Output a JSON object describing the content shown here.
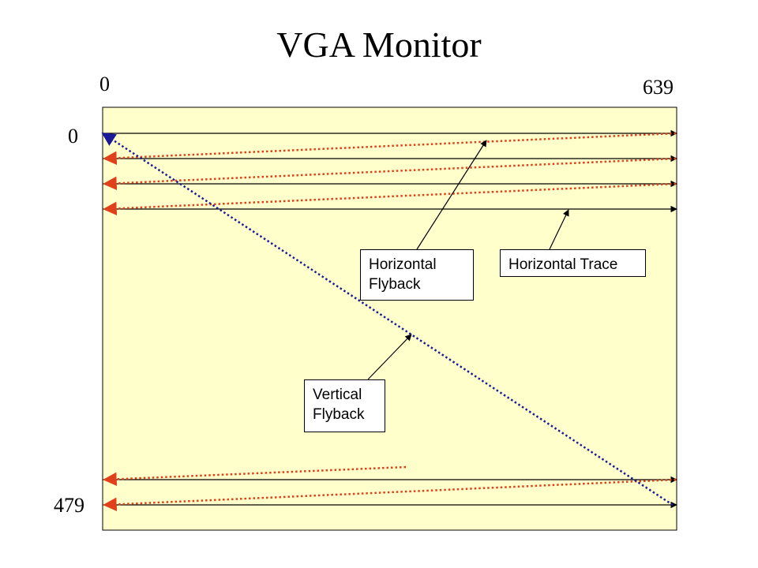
{
  "title": "VGA Monitor",
  "coords": {
    "x_start": "0",
    "x_end": "639",
    "y_start": "0",
    "y_end": "479"
  },
  "labels": {
    "horizontal_flyback": "Horizontal\nFlyback",
    "horizontal_trace": "Horizontal Trace",
    "vertical_flyback": "Vertical\nFlyback"
  },
  "colors": {
    "screen_fill": "#ffffcc",
    "trace_line": "#000000",
    "horizontal_flyback": "#e0401a",
    "vertical_flyback": "#1a1a99"
  }
}
